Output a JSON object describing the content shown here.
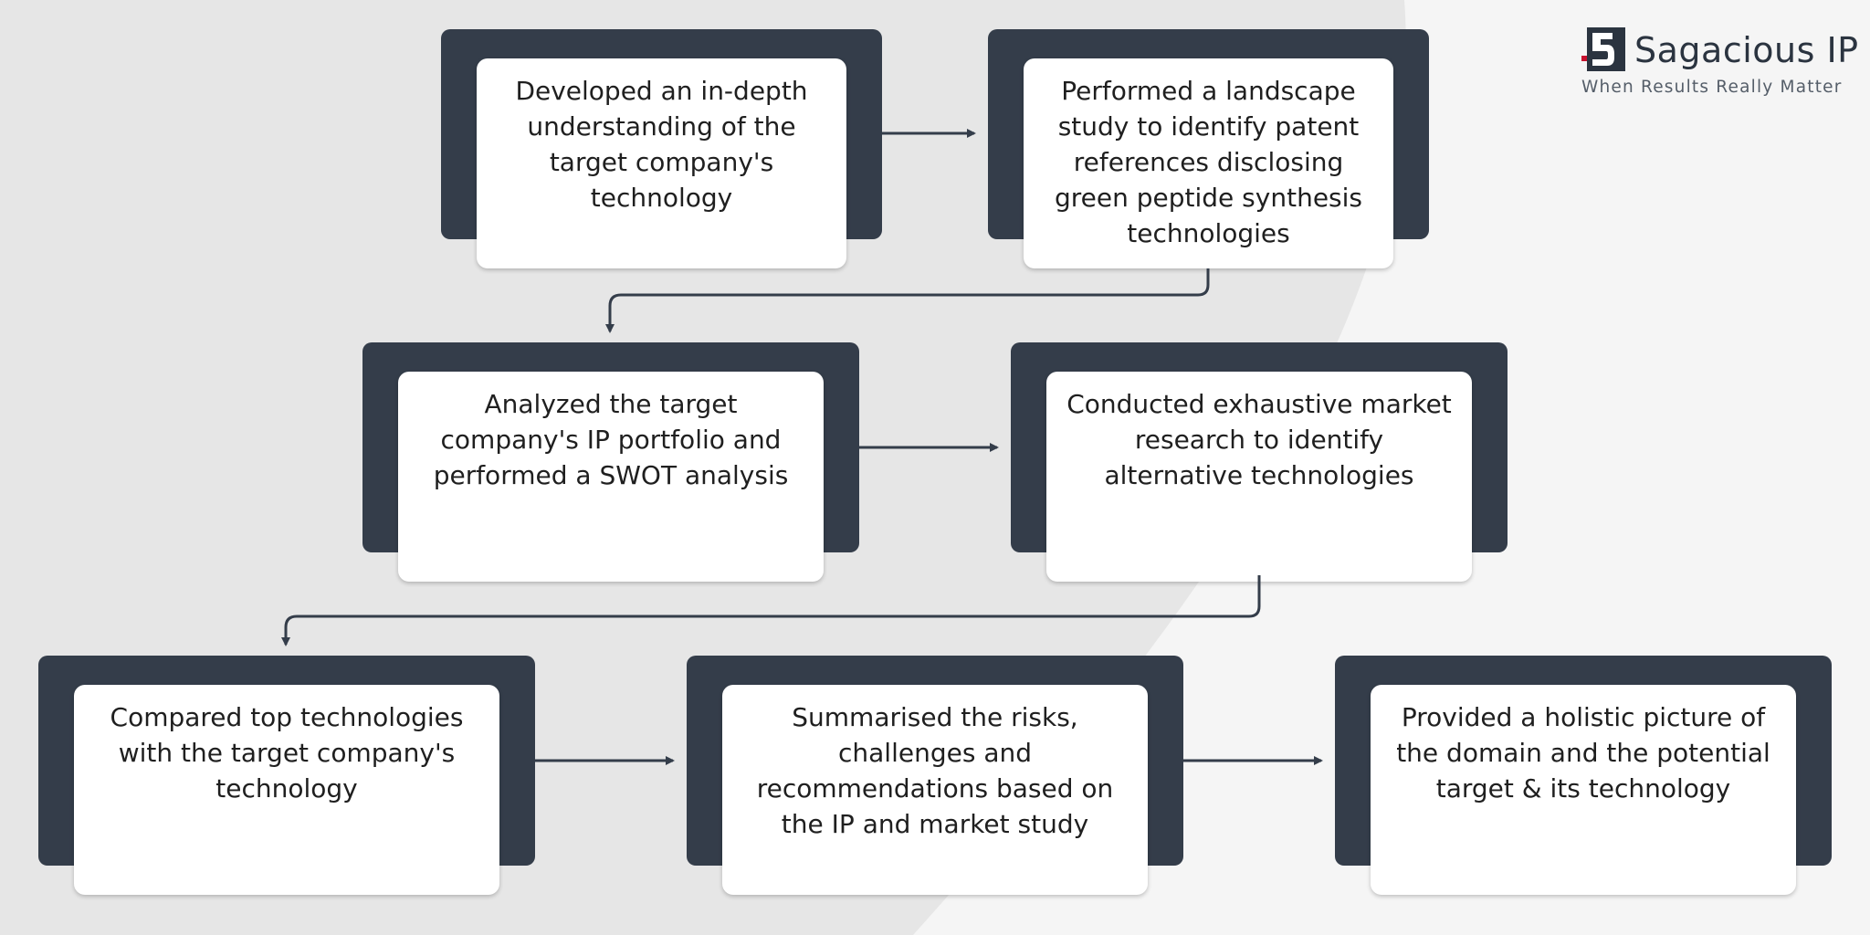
{
  "logo": {
    "name": "Sagacious IP",
    "tagline": "When Results Really Matter"
  },
  "colors": {
    "page_bg": "#f5f5f5",
    "bg_curve": "#e6e6e6",
    "frame": "#343d4a",
    "card": "#ffffff",
    "connector": "#343d4a",
    "logo_accent": "#c8102e"
  },
  "steps": [
    "Developed an in-depth understanding of the target company's technology",
    "Performed a landscape study to identify patent references disclosing green peptide synthesis technologies",
    "Analyzed the target company's IP portfolio and performed a SWOT analysis",
    "Conducted exhaustive market research to identify alternative technologies",
    "Compared top technologies with the target company's technology",
    "Summarised the risks, challenges and recommendations based on the IP and market study",
    "Provided a holistic picture of the domain and the potential target & its technology"
  ],
  "flow": [
    {
      "from": 0,
      "to": 1
    },
    {
      "from": 1,
      "to": 2
    },
    {
      "from": 2,
      "to": 3
    },
    {
      "from": 3,
      "to": 4
    },
    {
      "from": 4,
      "to": 5
    },
    {
      "from": 5,
      "to": 6
    }
  ]
}
